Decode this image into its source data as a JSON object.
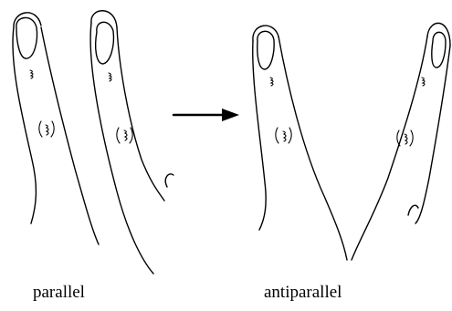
{
  "labels": {
    "left": "parallel",
    "right": "antiparallel"
  },
  "arrow": {
    "direction": "right"
  },
  "colors": {
    "line": "#000000",
    "background": "#ffffff"
  }
}
